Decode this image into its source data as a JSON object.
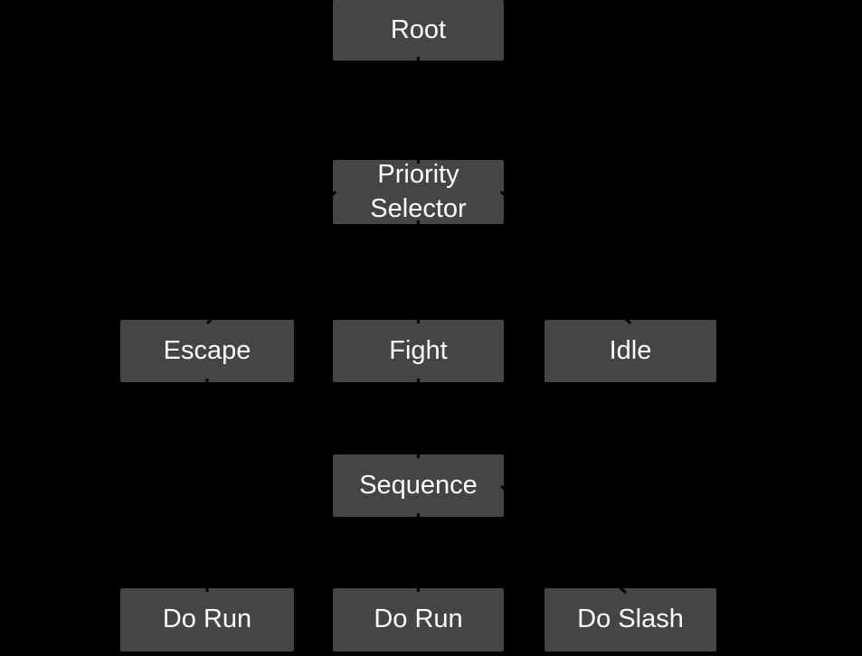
{
  "diagram": {
    "type": "behavior-tree-flowchart",
    "background_color": "#000000",
    "node_fill_color": "#454545",
    "node_text_color": "#fcfcfc",
    "connector_color": "#000000",
    "nodes": [
      {
        "id": "root",
        "label": "Root"
      },
      {
        "id": "priority-selector",
        "label": "Priority Selector"
      },
      {
        "id": "escape",
        "label": "Escape"
      },
      {
        "id": "fight",
        "label": "Fight"
      },
      {
        "id": "idle",
        "label": "Idle"
      },
      {
        "id": "sequence",
        "label": "Sequence"
      },
      {
        "id": "do-run-left",
        "label": "Do Run"
      },
      {
        "id": "do-run-middle",
        "label": "Do Run"
      },
      {
        "id": "do-slash",
        "label": "Do Slash"
      }
    ],
    "edges": [
      {
        "from": "root",
        "to": "priority-selector"
      },
      {
        "from": "priority-selector",
        "to": "escape"
      },
      {
        "from": "priority-selector",
        "to": "fight"
      },
      {
        "from": "priority-selector",
        "to": "idle"
      },
      {
        "from": "escape",
        "to": "do-run-left"
      },
      {
        "from": "fight",
        "to": "sequence"
      },
      {
        "from": "sequence",
        "to": "do-run-middle"
      },
      {
        "from": "sequence",
        "to": "do-slash"
      }
    ]
  }
}
